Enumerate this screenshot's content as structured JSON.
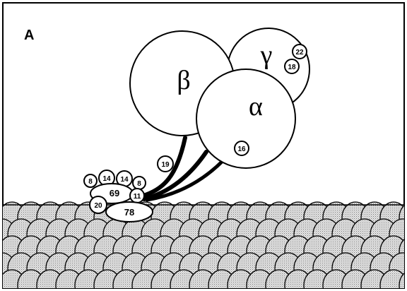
{
  "panel_label": "A",
  "subunits": {
    "alpha": "α",
    "beta": "β",
    "gamma": "γ"
  },
  "site_labels": {
    "gamma_22": "22",
    "gamma_18": "18",
    "alpha_16": "16",
    "stalk_19": "19",
    "cluster_8a": "8",
    "cluster_14a": "14",
    "cluster_14b": "14",
    "cluster_8b": "8",
    "cluster_69": "69",
    "cluster_20": "20",
    "cluster_11": "11",
    "cluster_78": "78"
  },
  "colors": {
    "ink": "#000000",
    "paper": "#ffffff",
    "lattice_fill": "#d0d0d0"
  }
}
